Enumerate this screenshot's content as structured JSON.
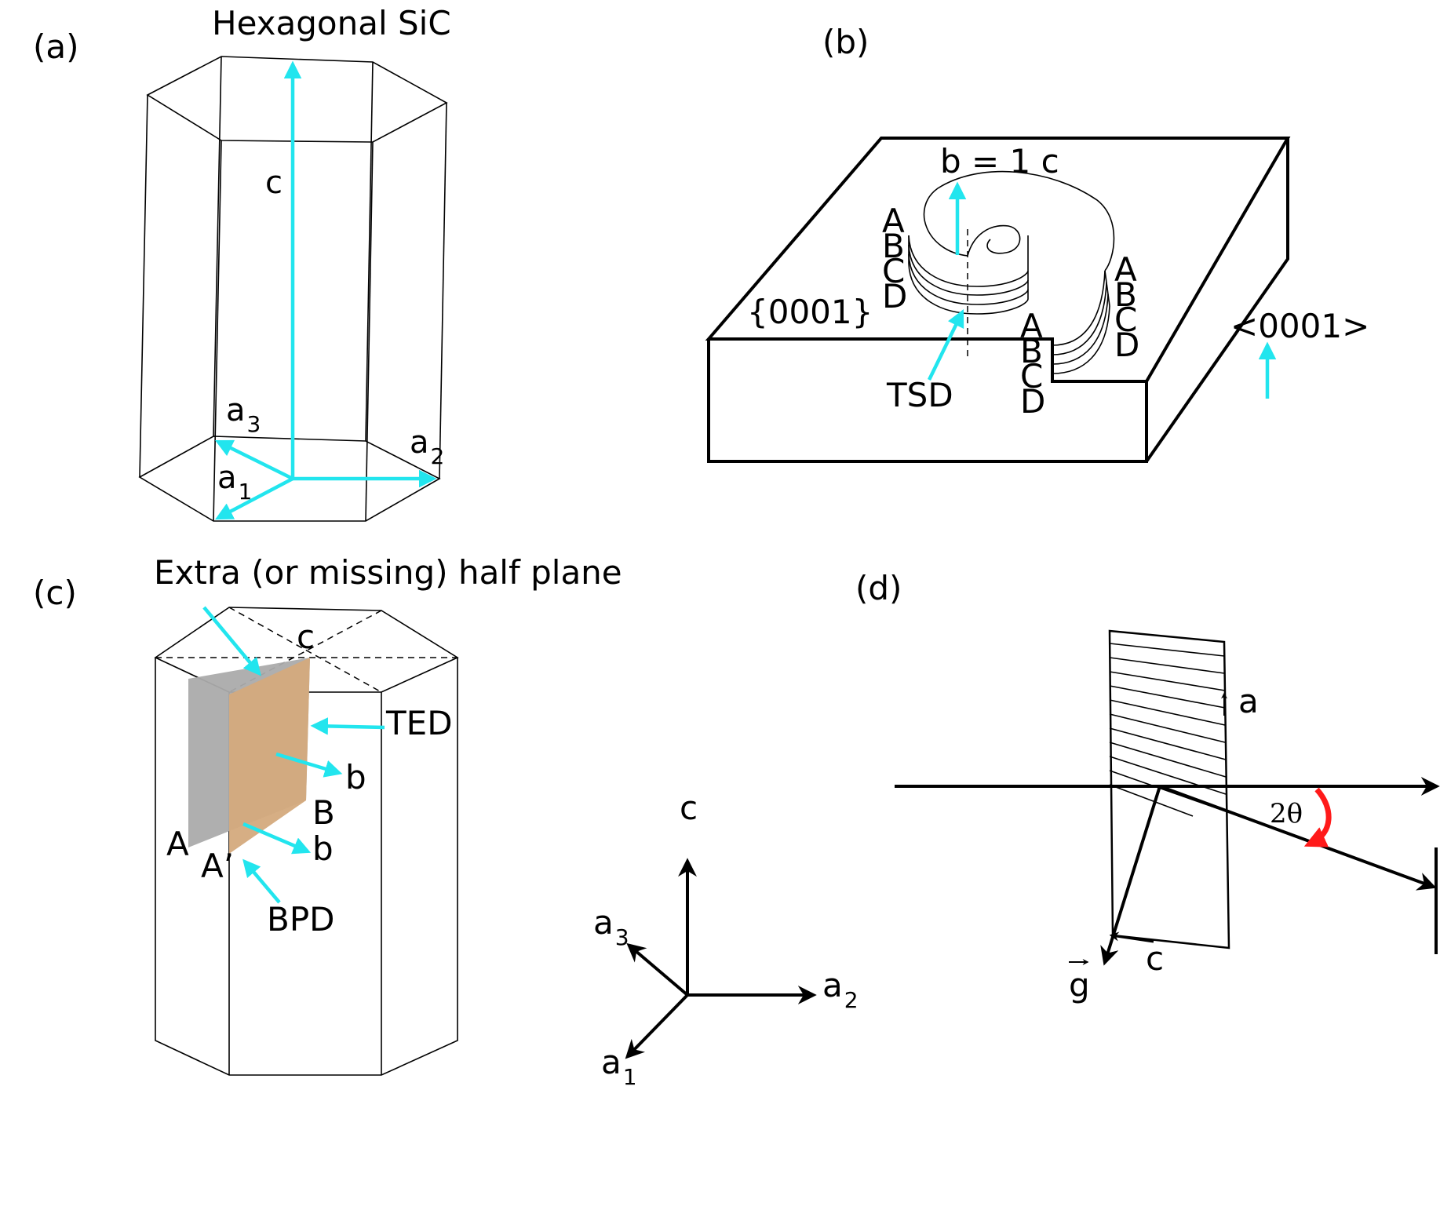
{
  "colors": {
    "vector_accent": "#22e5ee",
    "outline": "#000000",
    "half_plane_gray": "#ababab",
    "half_plane_tan": "#d4aa7d",
    "angle_arrow": "#ff1a1a"
  },
  "panel_a": {
    "panel_label": "(a)",
    "title": "Hexagonal SiC",
    "vectors": {
      "c": "c",
      "a1": "a",
      "a1_sub": "1",
      "a2": "a",
      "a2_sub": "2",
      "a3": "a",
      "a3_sub": "3"
    }
  },
  "panel_b": {
    "panel_label": "(b)",
    "burgers_label": "b = 1 c",
    "plane_label": "{0001}",
    "direction_label": "<0001>",
    "tsd_label": "TSD",
    "stacking_left": [
      "A",
      "B",
      "C",
      "D"
    ],
    "stacking_right": [
      "A",
      "B",
      "C",
      "D"
    ],
    "stacking_step": [
      "A",
      "B",
      "C",
      "D"
    ]
  },
  "panel_c": {
    "panel_label": "(c)",
    "title": "Extra (or missing) half plane",
    "c_label": "c",
    "ted_label": "TED",
    "b_label_1": "b",
    "b_label_2": "b",
    "b_point": "B",
    "a_point": "A",
    "a_prime_point": "A’",
    "bpd_label": "BPD",
    "axes": {
      "c": "c",
      "a1": "a",
      "a1_sub": "1",
      "a2": "a",
      "a2_sub": "2",
      "a3": "a",
      "a3_sub": "3"
    }
  },
  "panel_d": {
    "panel_label": "(d)",
    "a_label": "a",
    "c_label": "c",
    "g_label": "g",
    "angle_label": "2θ"
  }
}
